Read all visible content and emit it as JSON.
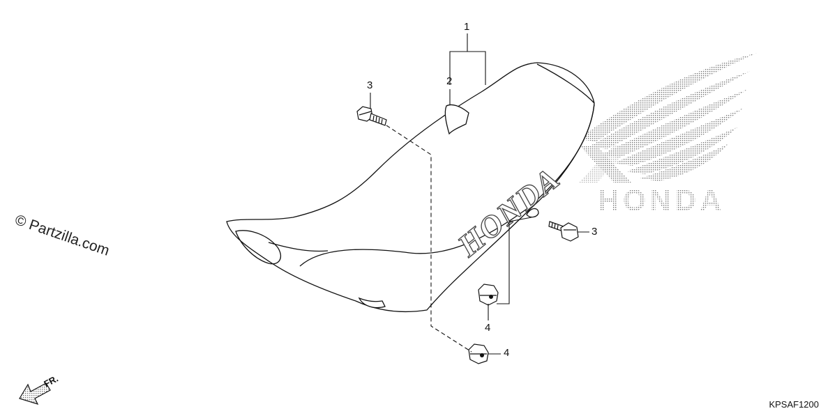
{
  "diagram": {
    "callouts": {
      "c1": "1",
      "c2": "2",
      "c3_top": "3",
      "c3_right": "3",
      "c4_lower": "4",
      "c4_bottom": "4"
    },
    "seat_emblem_text": "HONDA",
    "brand_logo_text": "HONDA",
    "watermark": "© Partzilla.com",
    "front_arrow_label": "FR.",
    "diagram_code": "KPSAF1200"
  }
}
